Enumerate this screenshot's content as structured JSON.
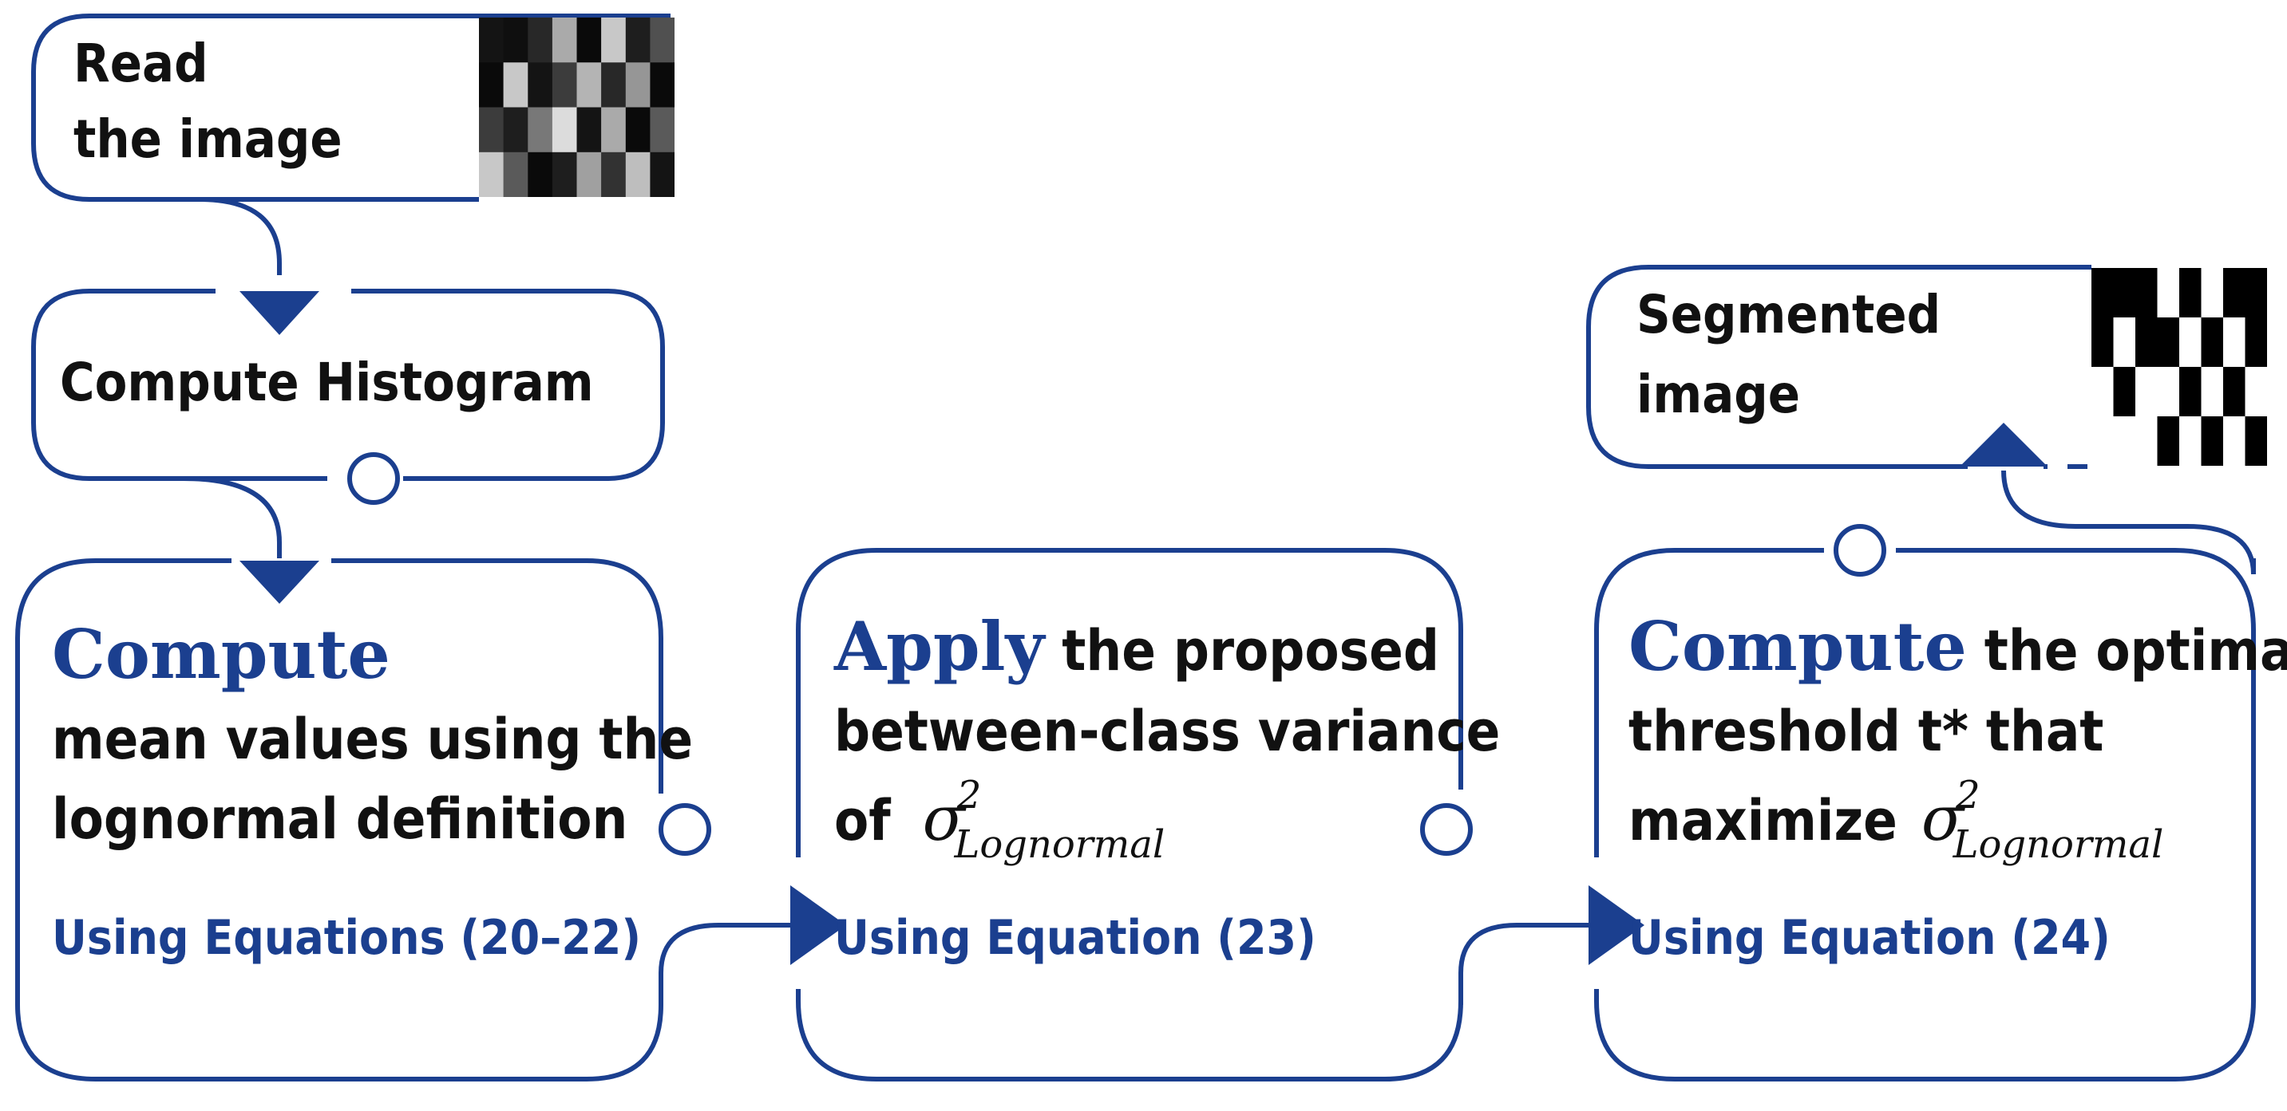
{
  "colors": {
    "stroke": "#1b3f8f",
    "accent_text": "#1b3f8f",
    "text": "#111111"
  },
  "steps": {
    "read": {
      "line1": "Read",
      "line2": "the image"
    },
    "histogram": {
      "label": "Compute Histogram"
    },
    "mean": {
      "lead": "Compute",
      "line1": "mean values using the",
      "line2": "lognormal definition",
      "equation": "Using Equations (20–22)"
    },
    "apply": {
      "lead": "Apply",
      "rest": " the proposed",
      "line1": "between-class variance",
      "line2_prefix": "of",
      "equation": "Using Equation (23)"
    },
    "optimal": {
      "lead": "Compute",
      "rest": " the optimal",
      "line1": "threshold t* that",
      "line2_prefix": "maximize",
      "equation": "Using Equation (24)"
    },
    "segmented": {
      "line1": "Segmented",
      "line2": "image"
    }
  },
  "symbol": {
    "base": "σ",
    "superscript": "2",
    "subscript": "Lognormal"
  },
  "images": {
    "input": {
      "cols": [
        [
          20,
          10,
          60,
          200
        ],
        [
          15,
          200,
          30,
          90
        ],
        [
          40,
          20,
          120,
          10
        ],
        [
          170,
          60,
          220,
          30
        ],
        [
          10,
          180,
          20,
          160
        ],
        [
          200,
          40,
          170,
          50
        ],
        [
          30,
          150,
          10,
          190
        ],
        [
          80,
          10,
          90,
          20
        ]
      ]
    },
    "output": {
      "cols": [
        [
          0,
          0,
          1,
          1
        ],
        [
          0,
          1,
          0,
          1
        ],
        [
          0,
          0,
          1,
          1
        ],
        [
          1,
          0,
          1,
          0
        ],
        [
          0,
          1,
          0,
          1
        ],
        [
          1,
          0,
          1,
          0
        ],
        [
          0,
          1,
          0,
          1
        ],
        [
          0,
          0,
          1,
          0
        ]
      ]
    }
  }
}
